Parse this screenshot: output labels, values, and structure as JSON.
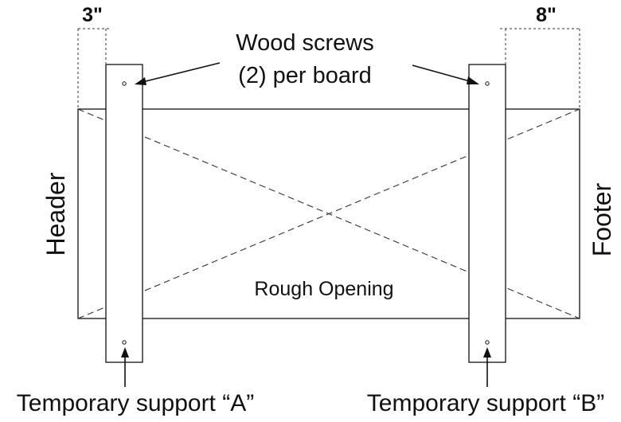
{
  "dimensions": {
    "left": "3\"",
    "right": "8\""
  },
  "callout": {
    "line1": "Wood screws",
    "line2": "(2) per board"
  },
  "labels": {
    "header": "Header",
    "footer": "Footer",
    "rough_opening": "Rough Opening",
    "support_a": "Temporary support “A”",
    "support_b": "Temporary support “B”"
  },
  "colors": {
    "stroke": "#111111",
    "dashed": "#333333",
    "background": "#ffffff"
  }
}
